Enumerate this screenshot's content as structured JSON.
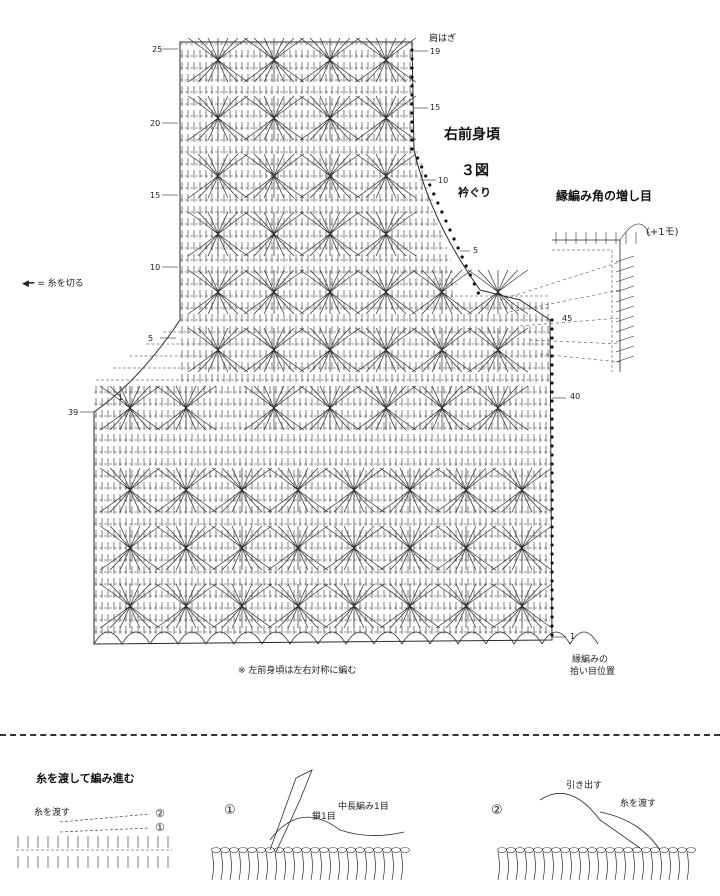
{
  "main": {
    "shoulder_label": "肩はぎ",
    "title": "右前身頃",
    "figure_no": "３図",
    "neckline": "衿ぐり",
    "corner_title": "縁編み角の増し目",
    "increase": "(+1モ)",
    "legend_cut": "糸を切る",
    "note": "※ 左前身頃は左右対称に編む",
    "edge_pickup": [
      "縁編みの",
      "拾い目位置"
    ],
    "rows_left": [
      "25",
      "20",
      "15",
      "10",
      "5",
      "1",
      "39"
    ],
    "rows_right": [
      "19",
      "15",
      "10",
      "5",
      "45",
      "40",
      "1"
    ]
  },
  "bottom": {
    "title": "糸を渡して編み進む",
    "pass_yarn": "糸を渡す",
    "step_marks": [
      "②",
      "①"
    ],
    "step1_no": "①",
    "chain_1": "鎖1目",
    "hdc_1": "中長編み1目",
    "step2_no": "②",
    "pull_out": "引き出す",
    "pass_yarn_2": "糸を渡す"
  }
}
